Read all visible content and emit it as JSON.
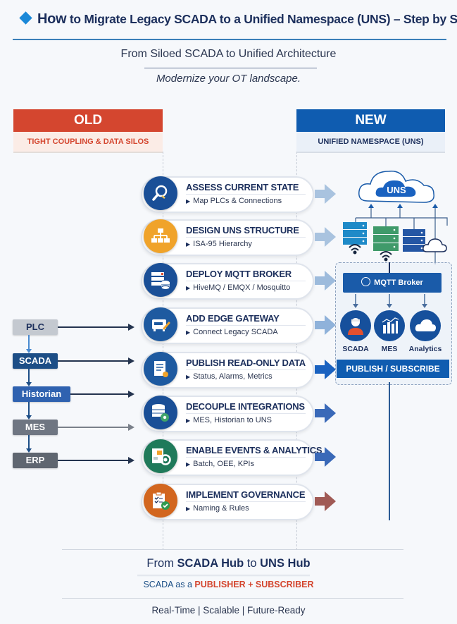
{
  "header": {
    "title_lead": "How",
    "title_rest": " to Migrate Legacy SCADA to a Unified Namespace (UNS) – Step by Step",
    "subtitle": "From Siloed SCADA to Unified Architecture",
    "tagline": "Modernize your OT landscape."
  },
  "old": {
    "label": "OLD",
    "sublabel": "TIGHT COUPLING & DATA SILOS",
    "color": "#d4462f",
    "stack": [
      {
        "label": "PLC",
        "color": "#c4c9d0",
        "text_color": "#1c2f5c"
      },
      {
        "label": "SCADA",
        "color": "#1d4e86",
        "text_color": "#ffffff"
      },
      {
        "label": "Historian",
        "color": "#2f62b0",
        "text_color": "#ffffff"
      },
      {
        "label": "MES",
        "color": "#6f7682",
        "text_color": "#ffffff"
      },
      {
        "label": "ERP",
        "color": "#5f6670",
        "text_color": "#ffffff"
      }
    ]
  },
  "new": {
    "label": "NEW",
    "sublabel": "UNIFIED NAMESPACE (UNS)",
    "color": "#0f5cb0",
    "cloud_label": "UNS",
    "broker_label": "MQTT Broker",
    "nodes": [
      {
        "label": "SCADA",
        "icon": "operator-icon"
      },
      {
        "label": "MES",
        "icon": "bar-chart-icon"
      },
      {
        "label": "Analytics",
        "icon": "cloud-icon"
      }
    ],
    "pubsub_label": "PUBLISH / SUBSCRIBE"
  },
  "steps": [
    {
      "title": "ASSESS CURRENT STATE",
      "detail": "Map PLCs & Connections",
      "icon": "magnifier-icon",
      "icon_color": "#1a4f97",
      "arrow_color": "#a9c3df"
    },
    {
      "title": "DESIGN UNS STRUCTURE",
      "detail": "ISA-95 Hierarchy",
      "icon": "hierarchy-icon",
      "icon_color": "#f0a32a",
      "arrow_color": "#a9c3df"
    },
    {
      "title": "DEPLOY MQTT BROKER",
      "detail": "HiveMQ / EMQX / Mosquitto",
      "icon": "server-database-icon",
      "icon_color": "#1a4f97",
      "arrow_color": "#9dbbdc"
    },
    {
      "title": "ADD EDGE GATEWAY",
      "detail": "Connect Legacy SCADA",
      "icon": "gateway-icon",
      "icon_color": "#1e5aa0",
      "arrow_color": "#8fb2da"
    },
    {
      "title": "PUBLISH READ-ONLY DATA",
      "detail": "Status, Alarms, Metrics",
      "icon": "document-icon",
      "icon_color": "#1e5aa0",
      "arrow_color": "#1a62c0"
    },
    {
      "title": "DECOUPLE INTEGRATIONS",
      "detail": "MES, Historian to UNS",
      "icon": "database-gear-icon",
      "icon_color": "#1a4f97",
      "arrow_color": "#3a69b8"
    },
    {
      "title": "ENABLE EVENTS & ANALYTICS",
      "detail": "Batch, OEE, KPIs",
      "icon": "dashboard-gear-icon",
      "icon_color": "#1f7a5a",
      "arrow_color": "#3a69b8"
    },
    {
      "title": "IMPLEMENT GOVERNANCE",
      "detail": "Naming & Rules",
      "icon": "checklist-icon",
      "icon_color": "#d2661f",
      "arrow_color": "#a05a55"
    }
  ],
  "footer": {
    "hub_from": "From ",
    "hub_a": "SCADA Hub",
    "hub_mid": " to ",
    "hub_b": "UNS Hub",
    "role_lead": "SCADA as a ",
    "role_highlight": "PUBLISHER + SUBSCRIBER",
    "benefits": "Real-Time | Scalable | Future-Ready"
  }
}
